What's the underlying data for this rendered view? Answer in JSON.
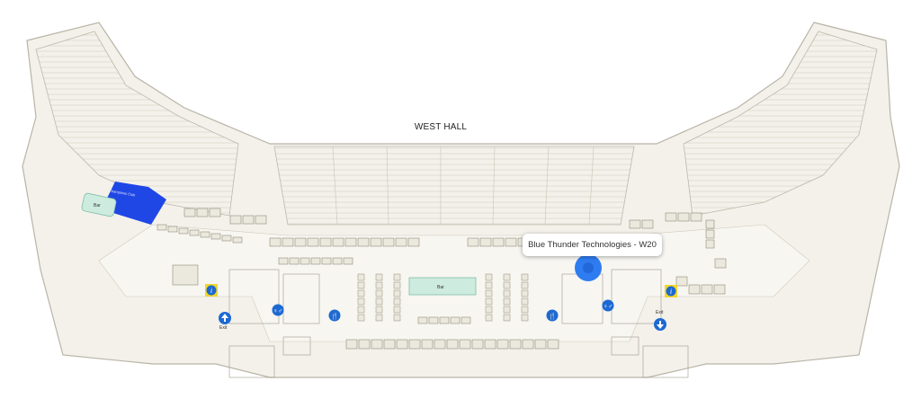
{
  "map": {
    "hall_name": "WEST HALL",
    "selected_booth": {
      "label": "Blue Thunder Technologies - W20"
    },
    "highlighted_area": {
      "label": "Champions Club"
    },
    "bars": [
      {
        "label": "Bar"
      },
      {
        "label": "Bar"
      }
    ],
    "exit_labels": [
      "Exit",
      "Exit"
    ],
    "colors": {
      "background": "#ffffff",
      "floor": "#f3f1ea",
      "outline": "#b9b4a6",
      "booth_fill": "#ebe8dd",
      "booth_stroke": "#8f8a7a",
      "highlight_area": "#1f47e6",
      "bar_fill": "#cdebdf",
      "icon_blue": "#1c69d3",
      "info_yellow": "#f2d72a",
      "pin_blue": "#2f7cf0"
    },
    "icons": [
      "info-icon",
      "restroom-icon",
      "food-icon",
      "exit-up-icon",
      "exit-down-icon",
      "location-pin-icon"
    ]
  }
}
